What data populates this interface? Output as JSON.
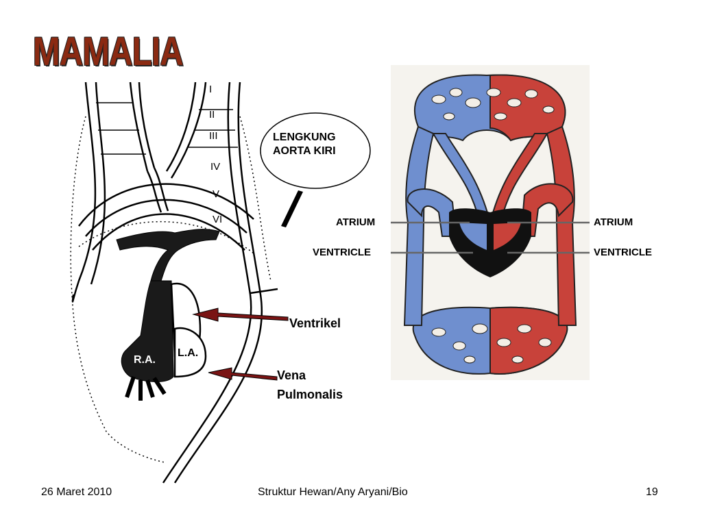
{
  "slide": {
    "title": "MAMALIA",
    "bubble_line1": "LENGKUNG",
    "bubble_line2": "AORTA KIRI",
    "label_ventrikel": "Ventrikel",
    "label_vena_line1": "Vena",
    "label_vena_line2": "Pulmonalis",
    "arch_labels": [
      "I",
      "II",
      "III",
      "IV",
      "V",
      "VI"
    ],
    "ra_label": "R.A.",
    "la_label": "L.A.",
    "atrium_left": "ATRIUM",
    "atrium_right": "ATRIUM",
    "ventricle_left": "VENTRICLE",
    "ventricle_right": "VENTRICLE"
  },
  "footer": {
    "date": "26 Maret 2010",
    "center": "Struktur Hewan/Any Aryani/Bio",
    "page": "19"
  },
  "colors": {
    "title": "#8b2a12",
    "arrow": "#7a1414",
    "blood_blue": "#6f8fcf",
    "blood_red": "#c8423a"
  }
}
